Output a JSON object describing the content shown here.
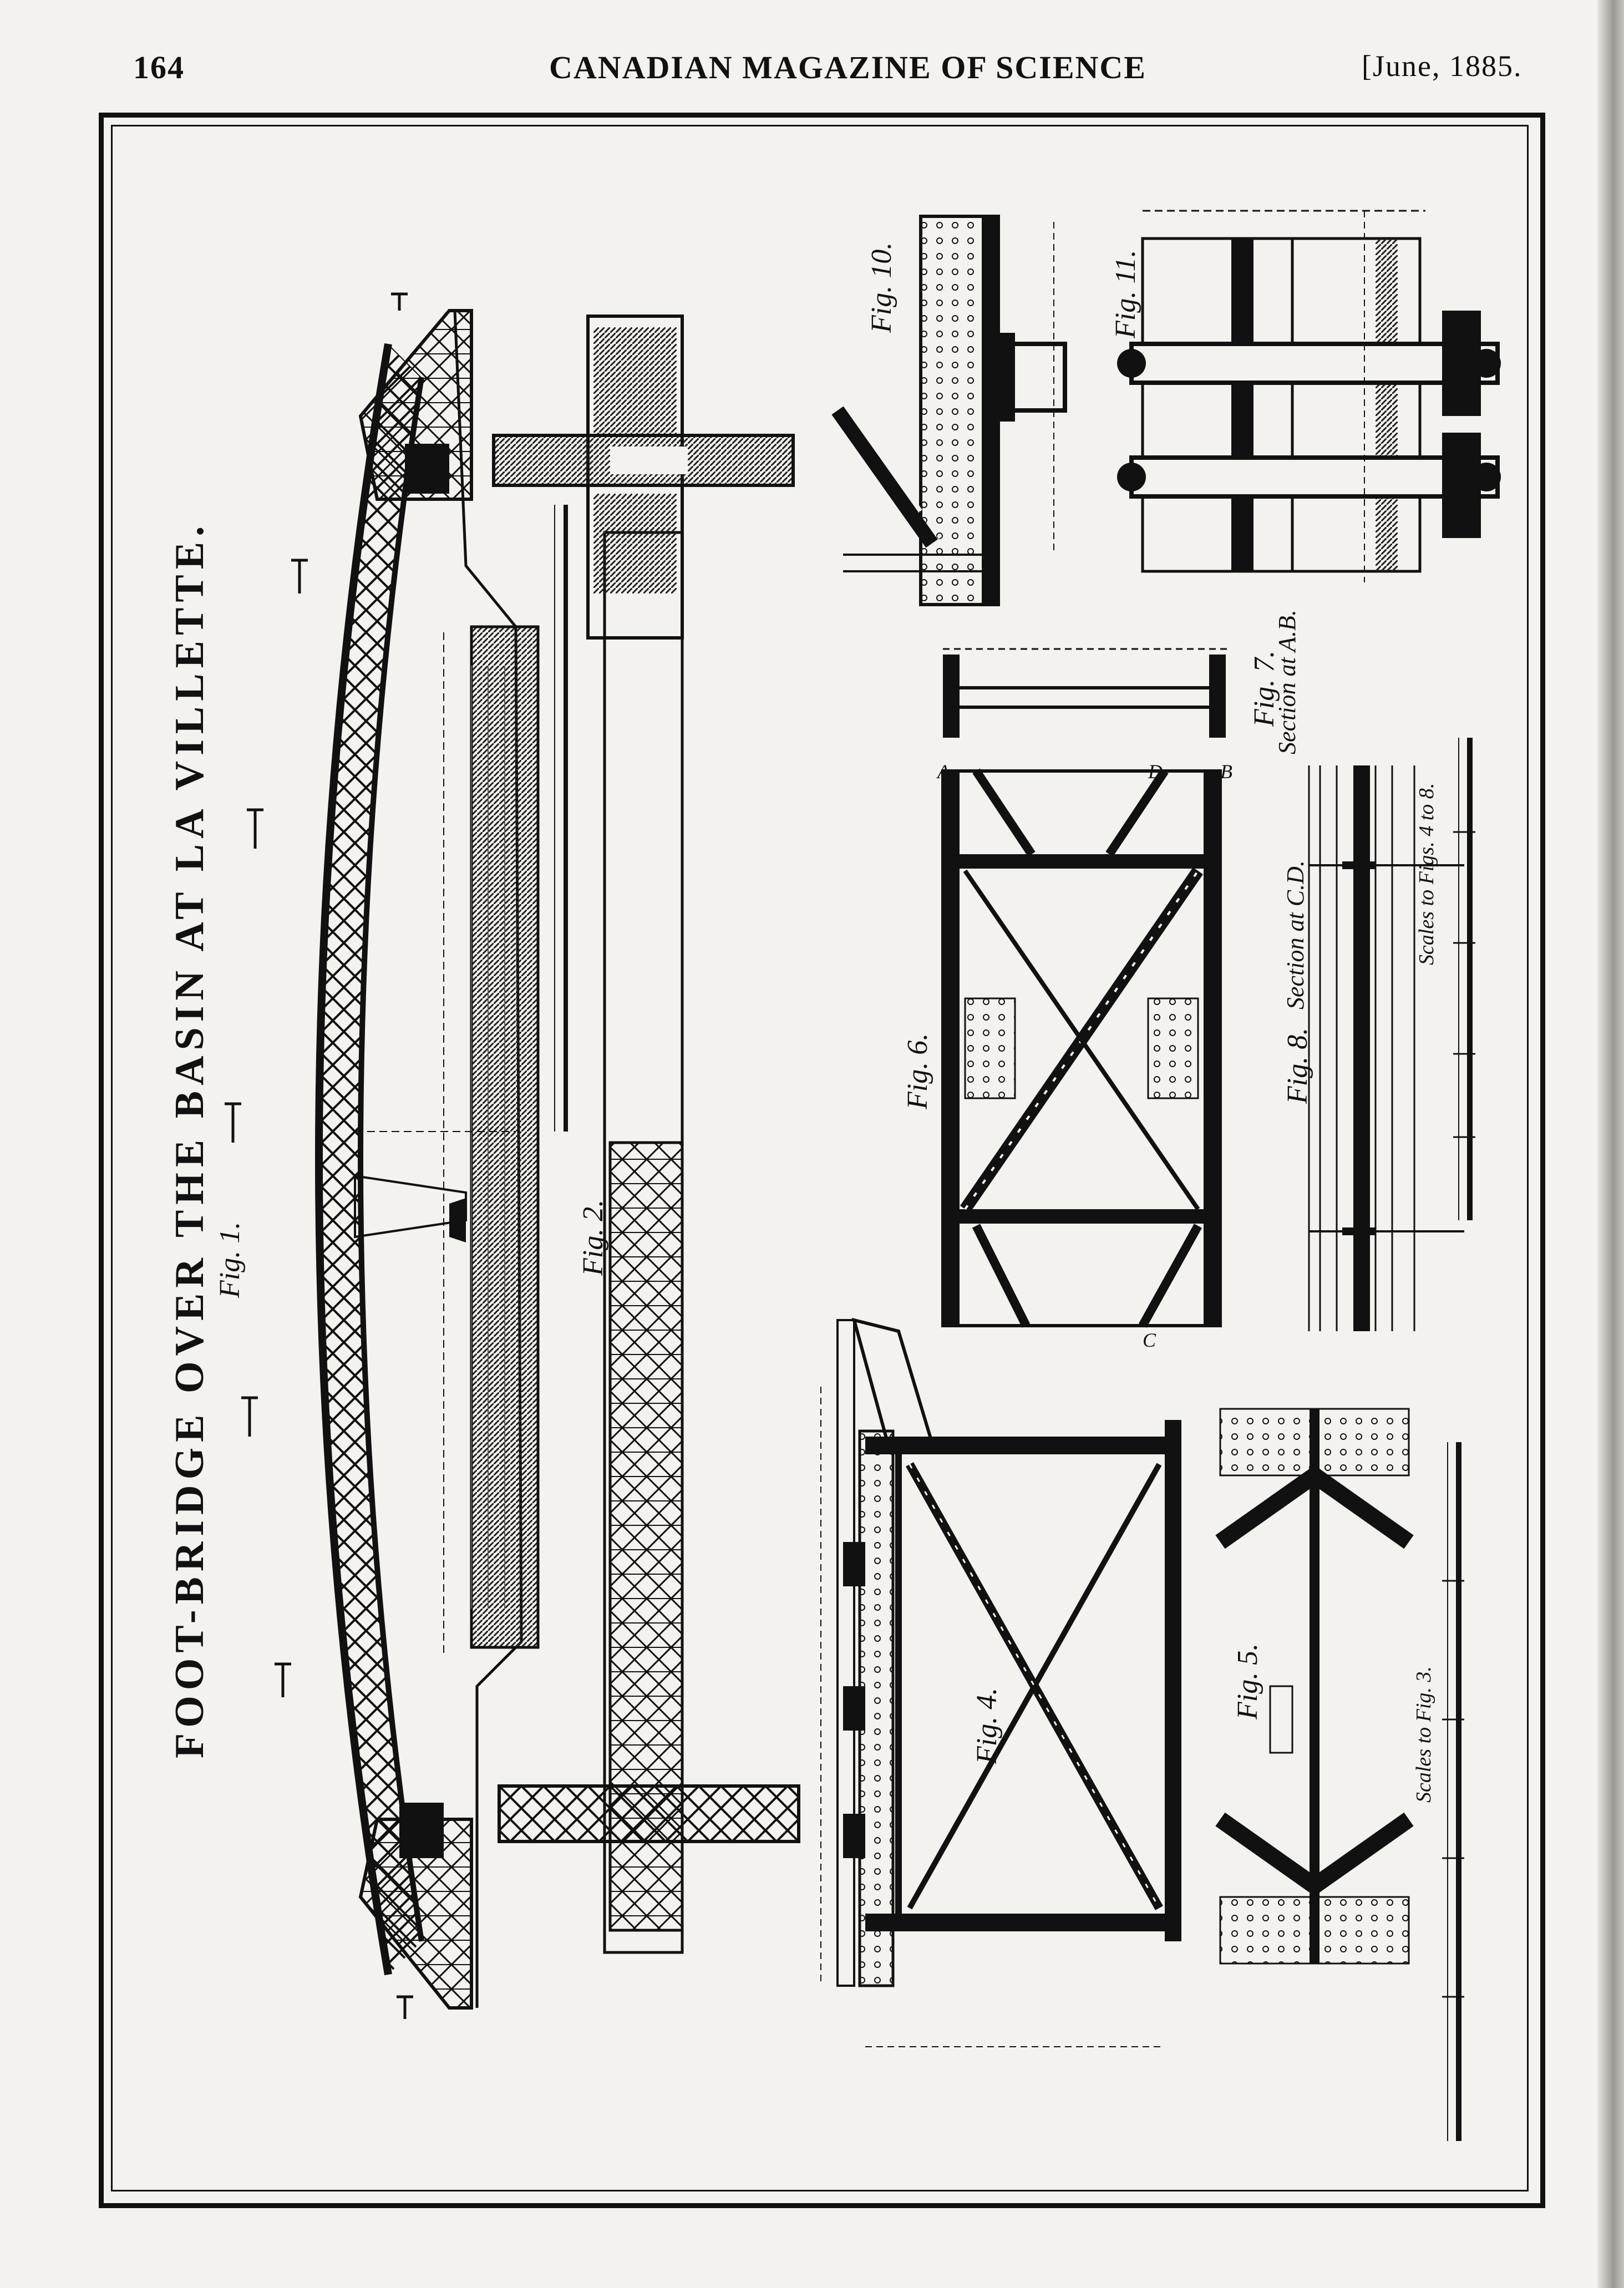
{
  "header": {
    "page_number": "164",
    "magazine": "CANADIAN MAGAZINE OF SCIENCE",
    "date": "[June, 1885."
  },
  "plate": {
    "title": "FOOT-BRIDGE OVER THE BASIN AT LA VILLETTE.",
    "figures": {
      "fig1": "Fig. 1.",
      "fig2": "Fig. 2.",
      "fig4": "Fig. 4.",
      "fig5": "Fig. 5.",
      "fig6": "Fig. 6.",
      "fig7": "Fig. 7.",
      "fig7_caption": "Section at A.B.",
      "fig8": "Fig. 8.",
      "fig8_caption": "Section at C.D.",
      "fig10": "Fig. 10.",
      "fig11": "Fig. 11."
    },
    "scales": {
      "scale_fig3": "Scales to Fig. 3.",
      "scale_figs4to8": "Scales to Figs. 4 to 8."
    },
    "corner_letters": {
      "a": "A",
      "b": "B",
      "c": "C",
      "d": "D"
    }
  }
}
